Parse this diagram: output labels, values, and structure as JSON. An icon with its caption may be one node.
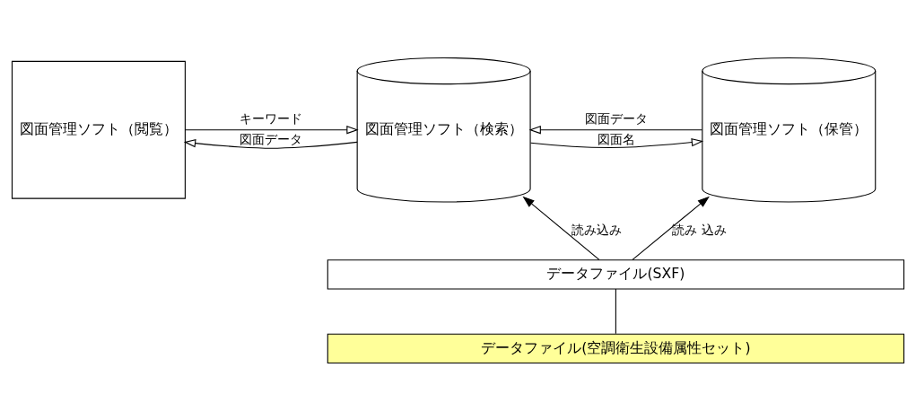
{
  "diagram": {
    "nodes": [
      {
        "text": [
          "図面管理ソフト（閲覧）"
        ]
      },
      {
        "text": [
          "図面管理ソフト（検索）"
        ]
      },
      {
        "text": [
          "図面管理ソフト（保管）"
        ]
      },
      {
        "text": [
          "データファイル(SXF)"
        ]
      },
      {
        "text": [
          "データファイル(空調衛生設備属性セット)"
        ]
      }
    ],
    "edges": [
      {
        "from": 0,
        "to": 1,
        "arrow": "to",
        "label": "キーワード"
      },
      {
        "from": 1,
        "to": 0,
        "arrow": "to",
        "label": "図面データ"
      },
      {
        "from": 1,
        "to": 2,
        "arrow": "to",
        "label": "図面名"
      },
      {
        "from": 2,
        "to": 1,
        "arrow": "to",
        "label": "図面データ"
      },
      {
        "from": 3,
        "to": 1,
        "arrow": "to",
        "label": "読み込み"
      },
      {
        "from": 3,
        "to": 2,
        "arrow": "to",
        "label": "読み 込み"
      },
      {
        "from": 4,
        "to": 3,
        "arrow": "none"
      }
    ]
  }
}
